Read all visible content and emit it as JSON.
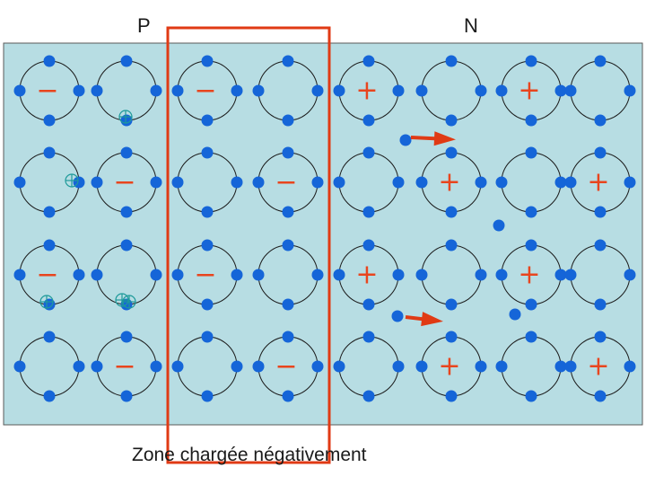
{
  "labels": {
    "p_side": "P",
    "n_side": "N",
    "zone_caption": "Zone chargée négativement"
  },
  "symbols": {
    "minus": "−",
    "plus": "+"
  },
  "colors": {
    "background": "#b7dde3",
    "atom_dot": "#1565d8",
    "atom_ring": "#1a1a1a",
    "charge": "#e8451e",
    "zone_frame": "#e03a14",
    "hole": "#1e9a9a"
  },
  "grid": {
    "columns": 8,
    "rows": 4
  },
  "atoms": [
    [
      "minus",
      "none",
      "minus",
      "none",
      "plus",
      "none",
      "plus",
      "none"
    ],
    [
      "none",
      "minus",
      "none",
      "minus",
      "none",
      "plus",
      "none",
      "plus"
    ],
    [
      "minus",
      "none",
      "minus",
      "none",
      "plus",
      "none",
      "plus",
      "none"
    ],
    [
      "none",
      "minus",
      "none",
      "minus",
      "none",
      "plus",
      "none",
      "plus"
    ]
  ],
  "holes_p_side": 5,
  "free_electrons_n_side": 4,
  "arrows": 2
}
